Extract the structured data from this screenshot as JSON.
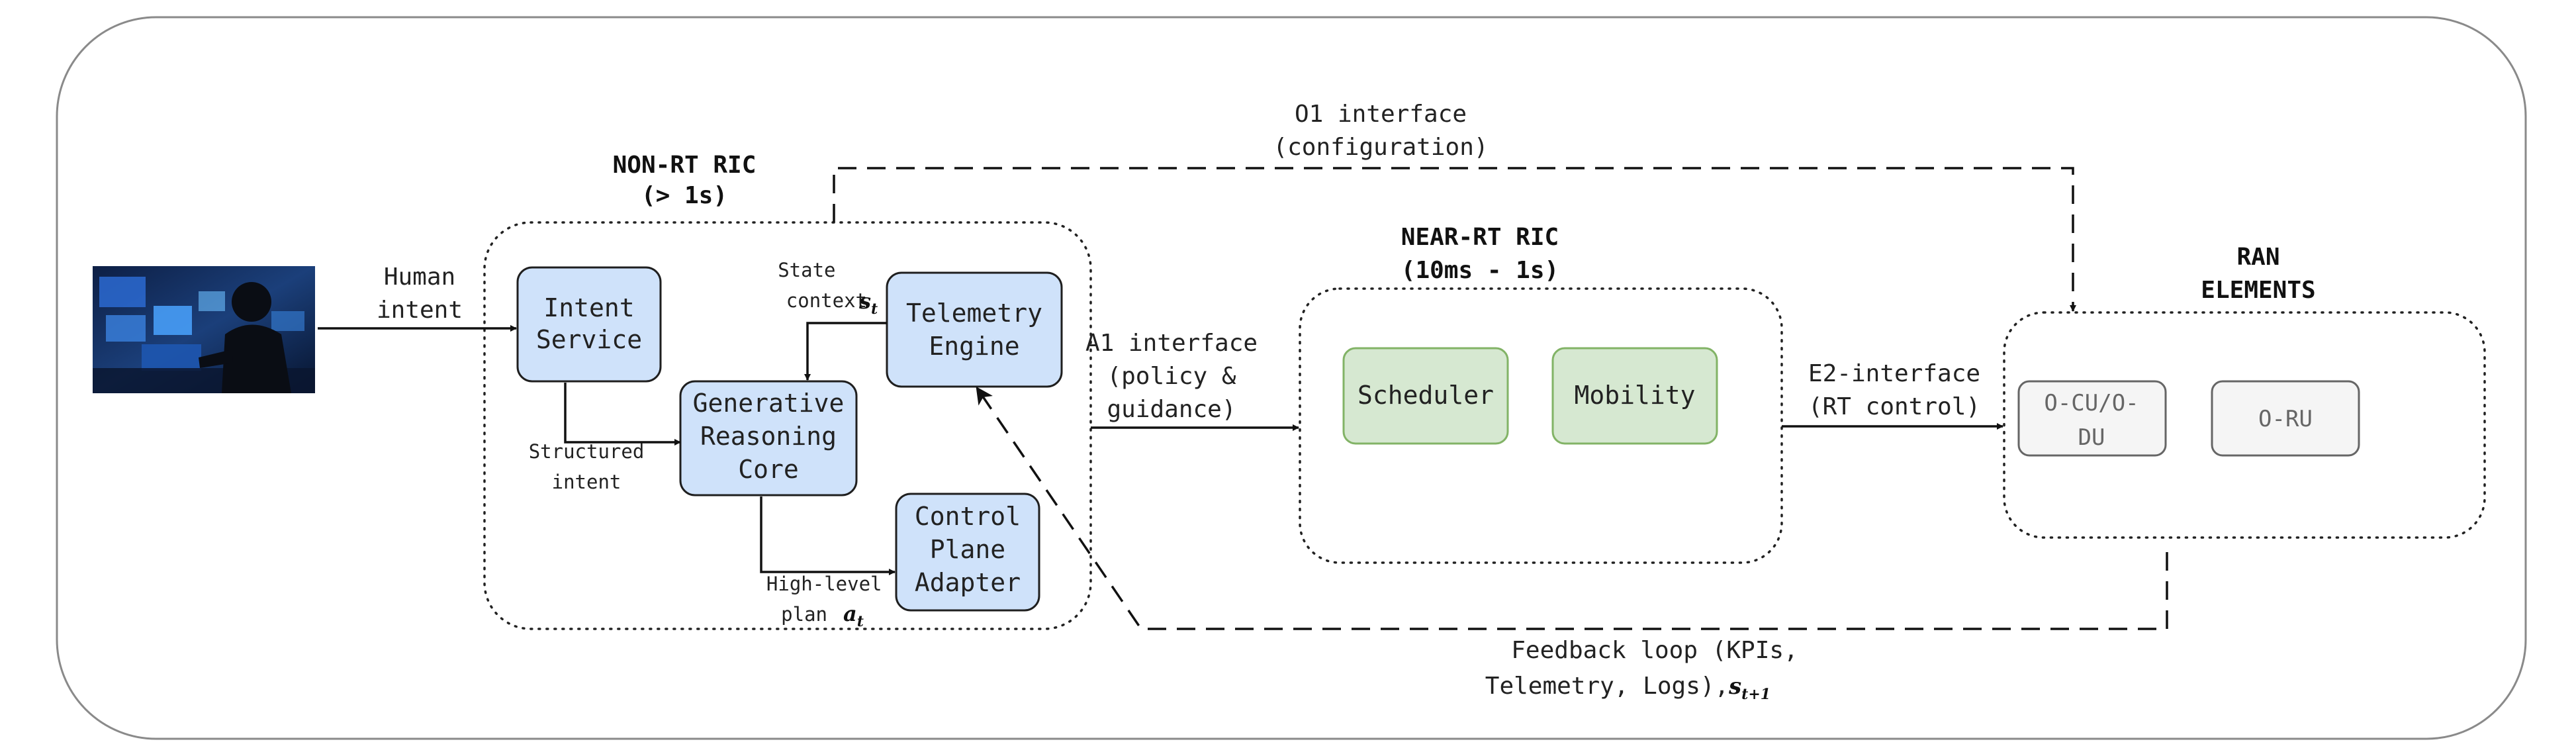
{
  "colors": {
    "blue_fill": "#cfe2fa",
    "blue_stroke": "#1f1f1f",
    "green_fill": "#d6e8d1",
    "green_stroke": "#82b366",
    "grey_fill": "#f5f5f5",
    "grey_stroke": "#666666",
    "grey_text": "#555555",
    "line": "#111111"
  },
  "icons": {
    "operator_image": "person-at-computer-monitors-photo"
  },
  "inputs": {
    "human_intent": "Human\nintent"
  },
  "non_rt_ric": {
    "title": "NON-RT RIC\n(> 1s)",
    "intent_service": "Intent\nService",
    "telemetry_engine": "Telemetry\nEngine",
    "reasoning_core": "Generative\nReasoning\nCore",
    "control_adapter": "Control\nPlane\nAdapter",
    "state_context_label": "State\ncontext",
    "state_symbol": "s",
    "state_sub": "t",
    "structured_intent_label": "Structured\nintent",
    "high_level_plan_label": "High-level\nplan",
    "plan_symbol": "a",
    "plan_sub": "t"
  },
  "interfaces": {
    "a1": "A1 interface\n(policy &\nguidance)",
    "o1": "O1 interface\n(configuration)",
    "e2": "E2-interface\n(RT control)",
    "feedback_line1": "Feedback loop (KPIs,",
    "feedback_line2": "Telemetry, Logs),",
    "feedback_symbol": "s",
    "feedback_sub": "t+1"
  },
  "near_rt_ric": {
    "title": "NEAR-RT RIC\n(10ms - 1s)",
    "scheduler": "Scheduler",
    "mobility": "Mobility"
  },
  "ran": {
    "title": "RAN\nELEMENTS",
    "o_cu_du": "O-CU/O-\nDU",
    "o_ru": "O-RU"
  }
}
